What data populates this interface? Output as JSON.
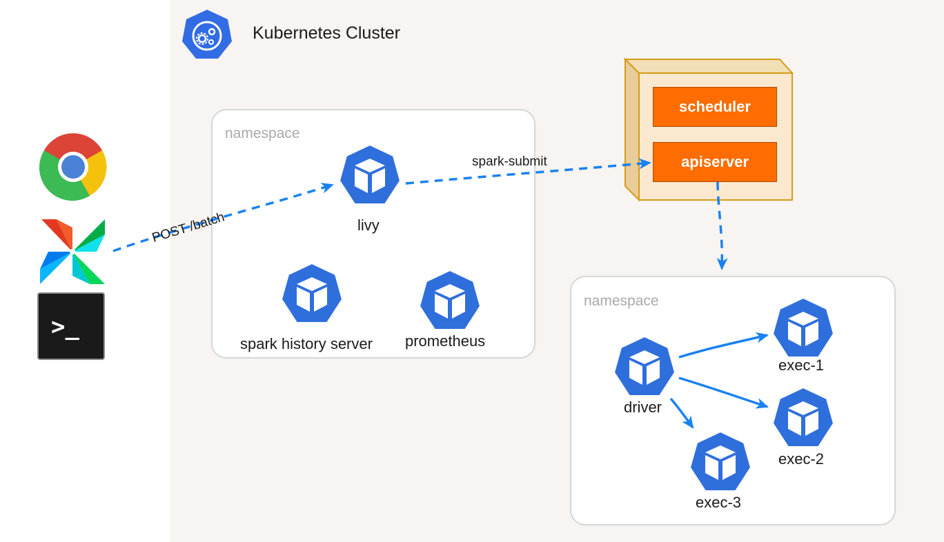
{
  "cluster": {
    "title": "Kubernetes Cluster"
  },
  "clients": [
    {
      "name": "chrome-icon"
    },
    {
      "name": "airflow-icon"
    },
    {
      "name": "terminal-icon",
      "glyph": ">_"
    }
  ],
  "namespace_top": {
    "label": "namespace",
    "pods": {
      "livy": "livy",
      "history": "spark history server",
      "prometheus": "prometheus"
    }
  },
  "control_plane": {
    "scheduler": "scheduler",
    "apiserver": "apiserver"
  },
  "namespace_bottom": {
    "label": "namespace",
    "pods": {
      "driver": "driver",
      "exec1": "exec-1",
      "exec2": "exec-2",
      "exec3": "exec-3"
    }
  },
  "edges": {
    "post": "POST /batch",
    "submit": "spark-submit"
  },
  "colors": {
    "pod": "#2f6fdc",
    "arrow": "#1a82f0",
    "control_orange": "#ff6c00",
    "cluster_bg": "#f7f4f1"
  }
}
